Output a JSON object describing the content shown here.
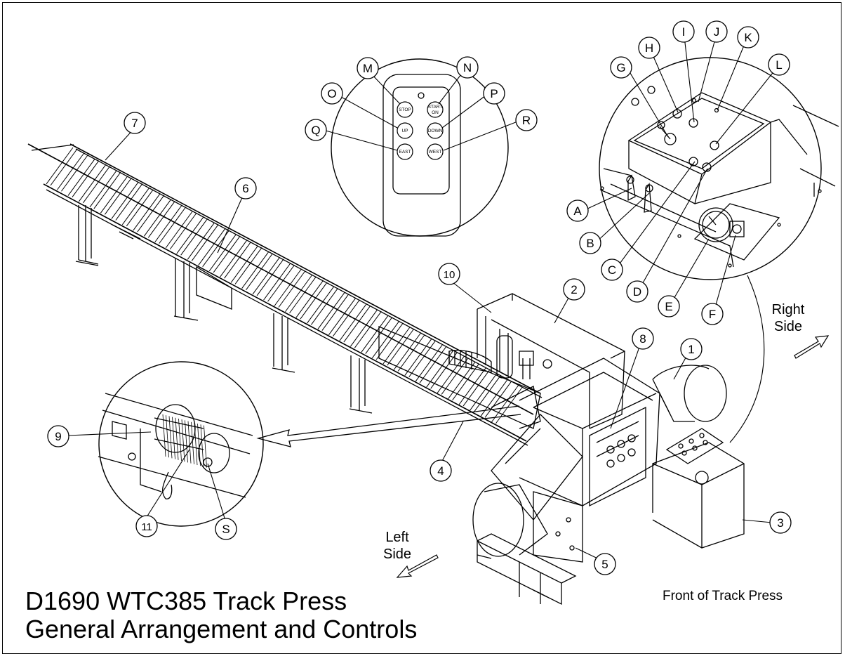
{
  "title": {
    "line1": "D1690  WTC385 Track Press",
    "line2": "General Arrangement and Controls"
  },
  "side_labels": {
    "right_line1": "Right",
    "right_line2": "Side",
    "left_line1": "Left",
    "left_line2": "Side",
    "front": "Front of Track Press"
  },
  "callouts": {
    "c1": "1",
    "c2": "2",
    "c3": "3",
    "c4": "4",
    "c5": "5",
    "c6": "6",
    "c7": "7",
    "c8": "8",
    "c9": "9",
    "c10": "10",
    "c11": "11",
    "A": "A",
    "B": "B",
    "C": "C",
    "D": "D",
    "E": "E",
    "F": "F",
    "G": "G",
    "H": "H",
    "I": "I",
    "J": "J",
    "K": "K",
    "L": "L",
    "M": "M",
    "N": "N",
    "O": "O",
    "P": "P",
    "Q": "Q",
    "R": "R",
    "S": "S"
  },
  "remote_buttons": {
    "stop": "STOP",
    "start_line1": "START",
    "start_line2": "ON",
    "up": "UP",
    "down": "DOWN",
    "east": "EAST",
    "west": "WEST"
  }
}
